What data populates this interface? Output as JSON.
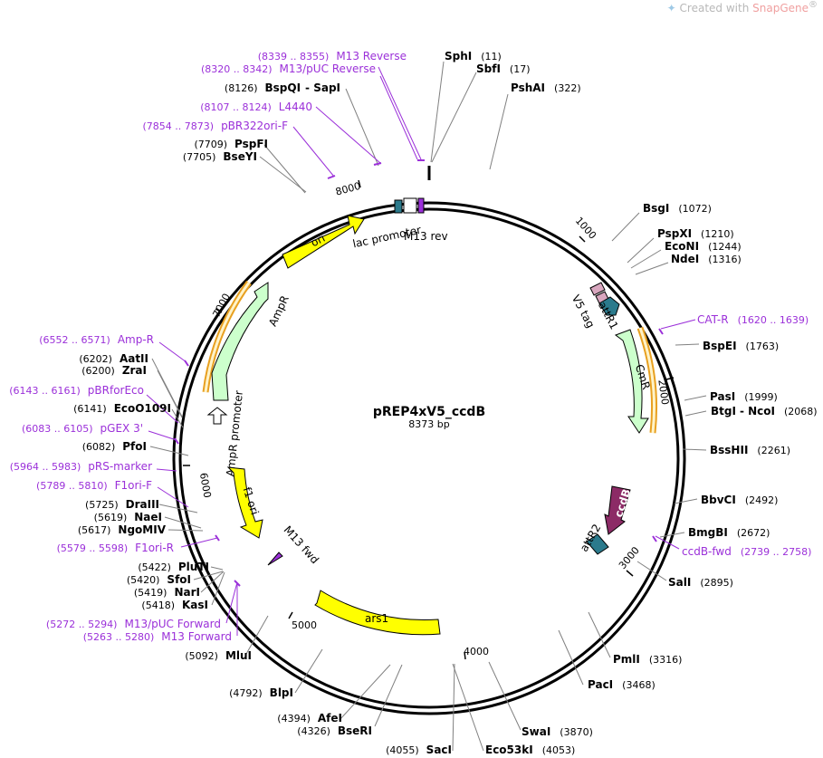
{
  "credit": {
    "prefix": "Created with ",
    "brand": "SnapGene",
    "reg": "®"
  },
  "plasmid": {
    "name": "pREP4xV5_ccdB",
    "size_label": "8373 bp"
  },
  "ticks": [
    "1000",
    "2000",
    "3000",
    "4000",
    "5000",
    "6000",
    "7000",
    "8000"
  ],
  "enzymes_right": [
    {
      "name": "SphI",
      "pos": "(11)"
    },
    {
      "name": "SbfI",
      "pos": "(17)"
    },
    {
      "name": "PshAI",
      "pos": "(322)"
    },
    {
      "name": "BsgI",
      "pos": "(1072)"
    },
    {
      "name": "PspXI",
      "pos": "(1210)"
    },
    {
      "name": "EcoNI",
      "pos": "(1244)"
    },
    {
      "name": "NdeI",
      "pos": "(1316)"
    },
    {
      "name": "BspEI",
      "pos": "(1763)"
    },
    {
      "name": "PasI",
      "pos": "(1999)"
    },
    {
      "name": "BtgI",
      "name2": "NcoI",
      "pos": "(2068)"
    },
    {
      "name": "BssHII",
      "pos": "(2261)"
    },
    {
      "name": "BbvCI",
      "pos": "(2492)"
    },
    {
      "name": "BmgBI",
      "pos": "(2672)"
    },
    {
      "name": "SalI",
      "pos": "(2895)"
    },
    {
      "name": "PmlI",
      "pos": "(3316)"
    },
    {
      "name": "PacI",
      "pos": "(3468)"
    },
    {
      "name": "SwaI",
      "pos": "(3870)"
    },
    {
      "name": "Eco53kI",
      "pos": "(4053)"
    }
  ],
  "enzymes_left": [
    {
      "name": "SacI",
      "pos": "(4055)"
    },
    {
      "name": "BseRI",
      "pos": "(4326)"
    },
    {
      "name": "AfeI",
      "pos": "(4394)"
    },
    {
      "name": "BlpI",
      "pos": "(4792)"
    },
    {
      "name": "MluI",
      "pos": "(5092)"
    },
    {
      "name": "KasI",
      "pos": "(5418)"
    },
    {
      "name": "NarI",
      "pos": "(5419)"
    },
    {
      "name": "SfoI",
      "pos": "(5420)"
    },
    {
      "name": "PluTI",
      "pos": "(5422)"
    },
    {
      "name": "NgoMIV",
      "pos": "(5617)"
    },
    {
      "name": "NaeI",
      "pos": "(5619)"
    },
    {
      "name": "DraIII",
      "pos": "(5725)"
    },
    {
      "name": "PfoI",
      "pos": "(6082)"
    },
    {
      "name": "EcoO109I",
      "pos": "(6141)"
    },
    {
      "name": "ZraI",
      "pos": "(6200)"
    },
    {
      "name": "AatII",
      "pos": "(6202)"
    },
    {
      "name": "BseYI",
      "pos": "(7705)"
    },
    {
      "name": "PspFI",
      "pos": "(7709)"
    },
    {
      "name": "BspQI",
      "name2": "SapI",
      "pos": "(8126)"
    }
  ],
  "primers": [
    {
      "name": "M13 Reverse",
      "range": "(8339 .. 8355)"
    },
    {
      "name": "M13/pUC Reverse",
      "range": "(8320 .. 8342)"
    },
    {
      "name": "L4440",
      "range": "(8107 .. 8124)"
    },
    {
      "name": "pBR322ori-F",
      "range": "(7854 .. 7873)"
    },
    {
      "name": "CAT-R",
      "range": "(1620 .. 1639)"
    },
    {
      "name": "ccdB-fwd",
      "range": "(2739 .. 2758)"
    },
    {
      "name": "Amp-R",
      "range": "(6552 .. 6571)"
    },
    {
      "name": "pBRforEco",
      "range": "(6143 .. 6161)"
    },
    {
      "name": "pGEX 3'",
      "range": "(6083 .. 6105)"
    },
    {
      "name": "pRS-marker",
      "range": "(5964 .. 5983)"
    },
    {
      "name": "F1ori-F",
      "range": "(5789 .. 5810)"
    },
    {
      "name": "F1ori-R",
      "range": "(5579 .. 5598)"
    },
    {
      "name": "M13/pUC Forward",
      "range": "(5272 .. 5294)"
    },
    {
      "name": "M13 Forward",
      "range": "(5263 .. 5280)"
    }
  ],
  "features": [
    {
      "name": "ori",
      "color": "#ffff00"
    },
    {
      "name": "lac promoter",
      "color": "#ffffff"
    },
    {
      "name": "M13 rev",
      "color": "#9b30d9"
    },
    {
      "name": "AmpR",
      "color": "#ccffcc"
    },
    {
      "name": "AmpR promoter",
      "color": "#ffffff"
    },
    {
      "name": "V5 tag",
      "color": "#d9a7bf"
    },
    {
      "name": "attR1",
      "color": "#2b7a8c"
    },
    {
      "name": "CmR",
      "color": "#ccffcc"
    },
    {
      "name": "ccdB",
      "color": "#8c2b66"
    },
    {
      "name": "attR2",
      "color": "#2b7a8c"
    },
    {
      "name": "f1 ori",
      "color": "#ffff00"
    },
    {
      "name": "M13 fwd",
      "color": "#9b30d9"
    },
    {
      "name": "ars1",
      "color": "#ffff00"
    }
  ]
}
